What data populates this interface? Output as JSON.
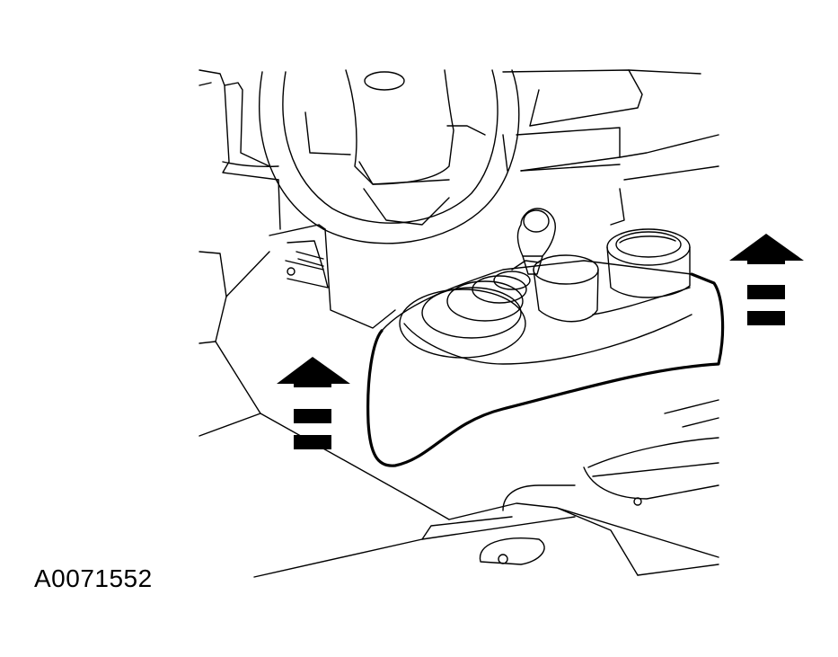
{
  "figure": {
    "id_label": "A0071552"
  },
  "illustration": {
    "subject": "floor-console-with-manual-shifter",
    "line_color": "#000000",
    "background": "#ffffff",
    "arrows": [
      {
        "name": "arrow-up-left",
        "direction": "up"
      },
      {
        "name": "arrow-up-right",
        "direction": "up"
      }
    ]
  }
}
